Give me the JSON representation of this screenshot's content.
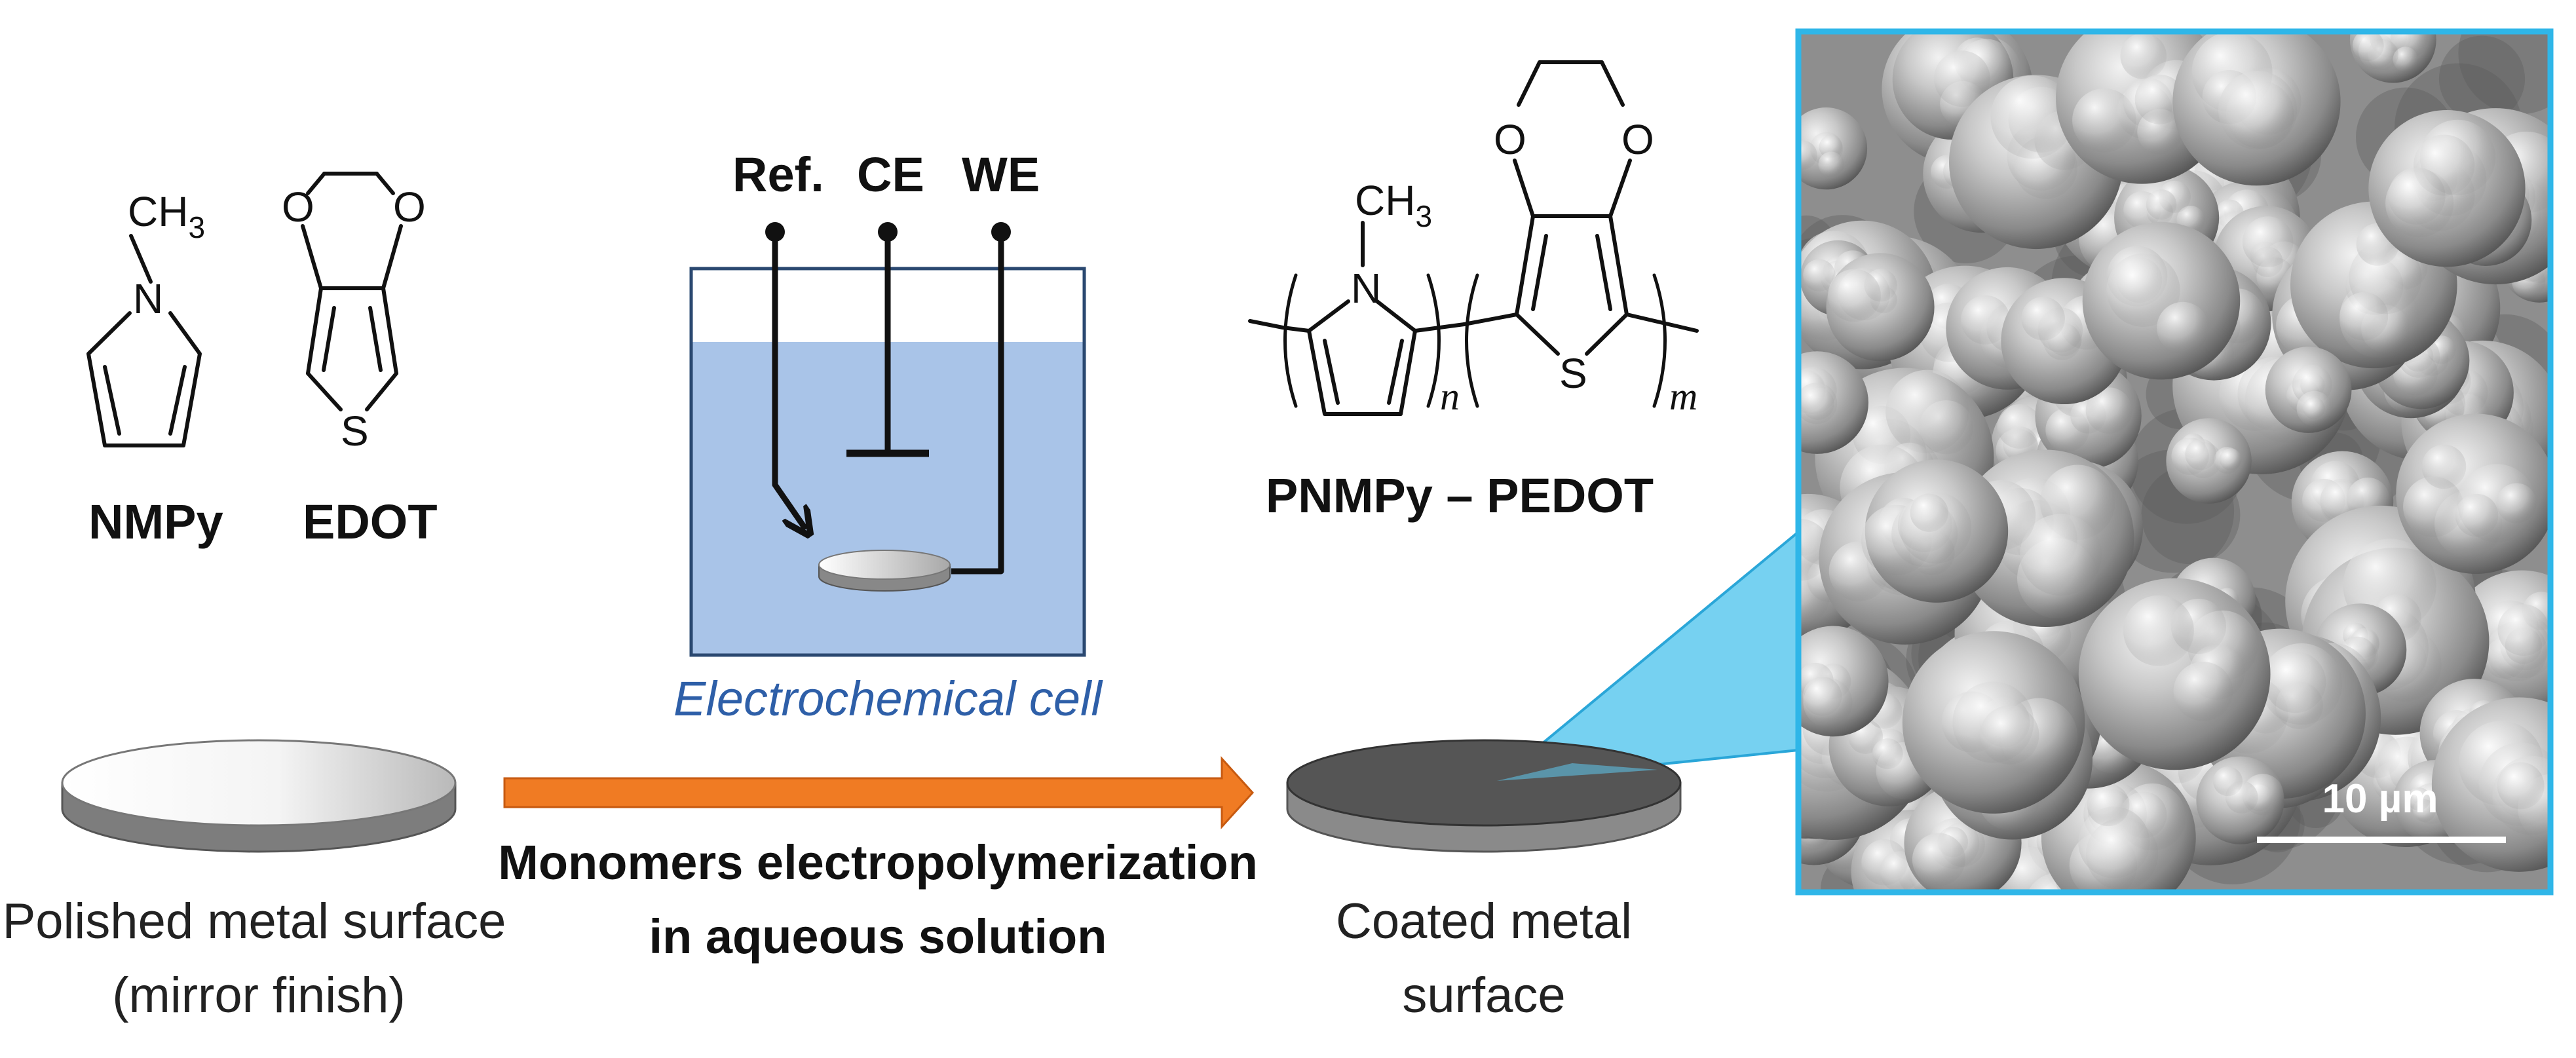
{
  "monomers": {
    "nmpy": {
      "name": "NMPy",
      "methyl_label": "CH",
      "methyl_subscript": "3",
      "nitrogen": "N"
    },
    "edot": {
      "name": "EDOT",
      "oxygen": "O",
      "sulfur": "S"
    }
  },
  "cell": {
    "electrodes": [
      "Ref.",
      "CE",
      "WE"
    ],
    "caption": "Electrochemical cell"
  },
  "polymer": {
    "name": "PNMPy – PEDOT",
    "subscript_n": "n",
    "subscript_m": "m",
    "methyl_label": "CH",
    "methyl_subscript": "3",
    "nitrogen": "N",
    "oxygen": "O",
    "sulfur": "S"
  },
  "process": {
    "left_disk_caption": [
      "Polished metal surface",
      "(mirror finish)"
    ],
    "arrow_caption": [
      "Monomers electropolymerization",
      "in aqueous solution"
    ],
    "right_disk_caption": [
      "Coated metal",
      "surface"
    ]
  },
  "micrograph": {
    "scale_label": "10 µm"
  },
  "colors": {
    "arrow_fill": "#f07b23",
    "arrow_stroke": "#c75a10",
    "solution": "#a9c4e8",
    "cell_border": "#2a4870",
    "caption_blue": "#2e5fa8",
    "callout": "#5ec9ef",
    "frame": "#2fb6e8",
    "sem_background": "#8e8e8e",
    "coated_disk": "#555555"
  }
}
